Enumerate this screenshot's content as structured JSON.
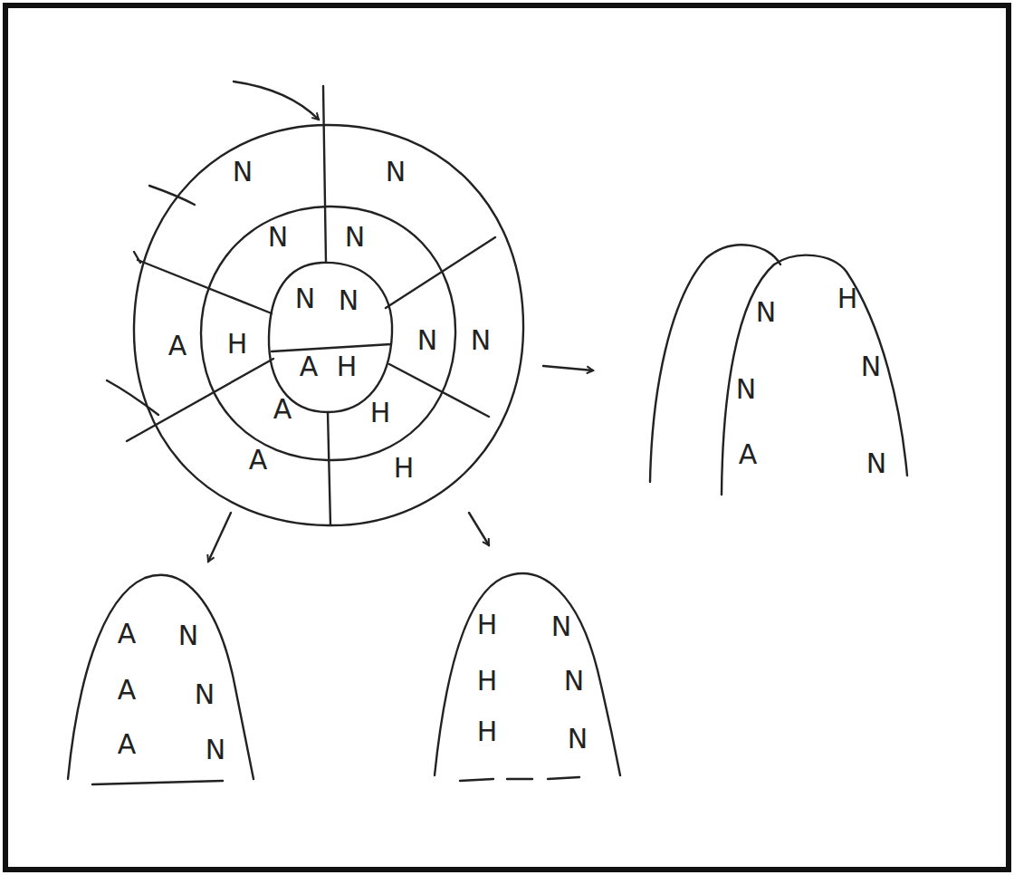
{
  "diagram": {
    "labels": [
      "N",
      "N",
      "N",
      "N",
      "N",
      "N",
      "A",
      "H",
      "N",
      "N",
      "A",
      "H",
      "A",
      "H",
      "A",
      "H",
      "N",
      "H",
      "N",
      "N",
      "A",
      "N",
      "A",
      "N",
      "A",
      "N",
      "A",
      "N",
      "H",
      "N",
      "H",
      "N",
      "H",
      "N"
    ]
  }
}
